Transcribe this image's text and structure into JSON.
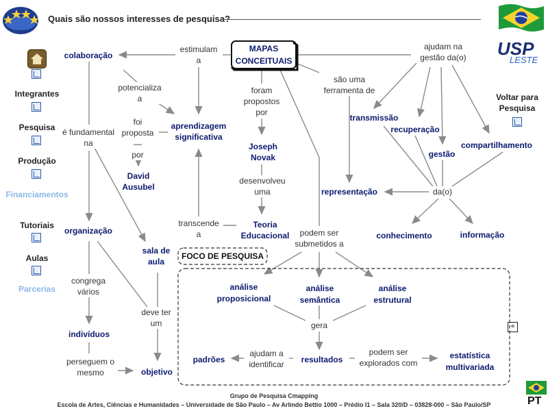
{
  "header": {
    "title": "Quais são nossos interesses de pesquisa?",
    "logo_right": "USP LESTE"
  },
  "sidebar": {
    "items": [
      {
        "label": "Integrantes"
      },
      {
        "label": "Pesquisa"
      },
      {
        "label": "Produção"
      },
      {
        "label": "Financiamentos"
      },
      {
        "label": "Tutoriais"
      },
      {
        "label": "Aulas"
      },
      {
        "label": "Parcerias"
      }
    ],
    "back_link": "Voltar para Pesquisa"
  },
  "concepts": {
    "mapas": "MAPAS\nCONCEITUAIS",
    "colaboracao": "colaboração",
    "aprendizagem": "aprendizagem\nsignificativa",
    "david": "David\nAusubel",
    "joseph": "Joseph\nNovak",
    "teoria": "Teoria\nEducacional",
    "organizacao": "organização",
    "sala": "sala de\naula",
    "individuos": "indivíduos",
    "objetivo": "objetivo",
    "transmissao": "transmissão",
    "recuperacao": "recuperação",
    "gestao": "gestão",
    "compartilhamento": "compartilhamento",
    "representacao": "representação",
    "conhecimento": "conhecimento",
    "informacao": "informação",
    "foco": "FOCO DE PESQUISA",
    "analise_prop": "análise\nproposicional",
    "analise_sem": "análise\nsemântica",
    "analise_est": "análise\nestrutural",
    "padroes": "padrões",
    "resultados": "resultados",
    "estatistica": "estatística\nmultivariada"
  },
  "links": {
    "estimulam": "estimulam\na",
    "potencializa": "potencializa\na",
    "foi_proposta": "foi\nproposta —\npor",
    "e_fundamental": "é fundamental\nna",
    "foram_propostos": "foram\npropostos\npor",
    "desenvolveu": "desenvolveu\numa",
    "sao_uma": "são uma\nferramenta de",
    "ajudam": "ajudam na\ngestão da(o)",
    "dao": "da(o)",
    "transcende": "transcende\na",
    "podem_ser_submetidos": "podem ser\nsubmetidos a",
    "congrega": "congrega\nvários",
    "deve_ter": "deve ter\num",
    "perseguem": "perseguem o\nmesmo",
    "gera": "gera",
    "ajudam_identificar": "ajudam a\nidentificar",
    "podem_ser_explorados": "podem ser\nexplorados com"
  },
  "footer": {
    "line1": "Grupo de Pesquisa Cmapping",
    "line2": "Escola de Artes, Ciências e Humanidades – Universidade de São Paulo – Av Arlindo Bettio 1000 – Prédio I1 – Sala 320/D – 03828-000 – São Paulo/SP"
  },
  "lang_badge": "PT",
  "colors": {
    "concept": "#0b1a6e",
    "link": "#333333",
    "arrow": "#8a8a8a",
    "light_link": "#8ab8e6"
  }
}
